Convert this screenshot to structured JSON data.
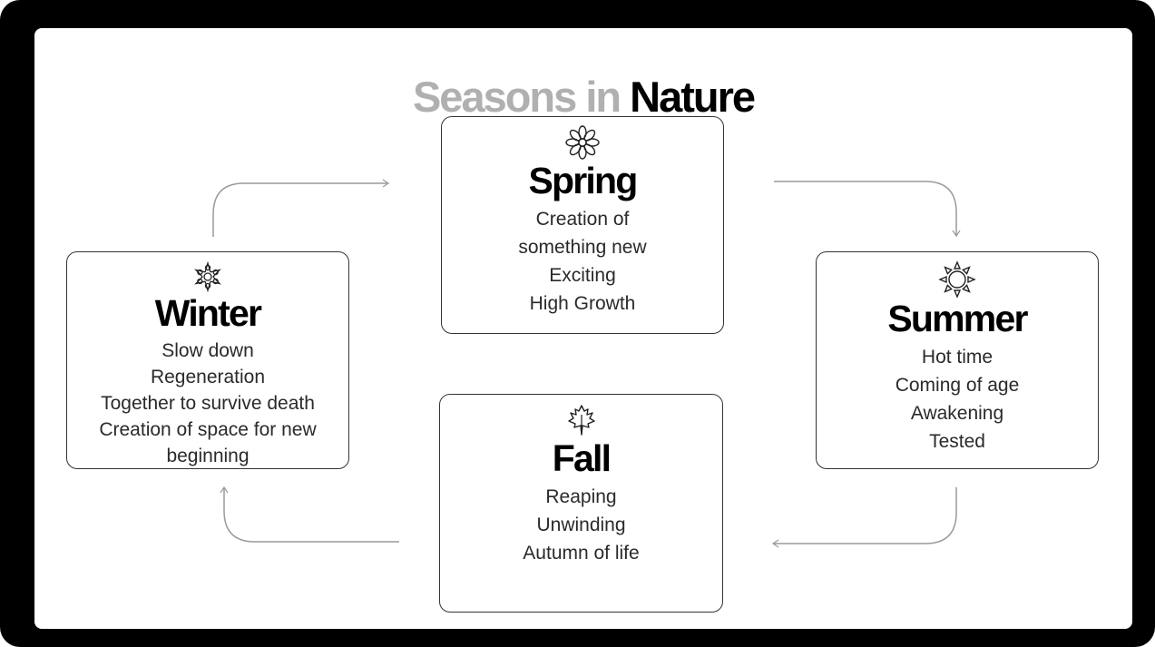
{
  "title": {
    "part1": "Seasons in",
    "part2": "Nature"
  },
  "seasons": {
    "spring": {
      "icon": "flower-icon",
      "name": "Spring",
      "lines": [
        "Creation of",
        "something new",
        "Exciting",
        "High Growth"
      ]
    },
    "summer": {
      "icon": "sun-icon",
      "name": "Summer",
      "lines": [
        "Hot time",
        "Coming of age",
        "Awakening",
        "Tested"
      ]
    },
    "fall": {
      "icon": "maple-leaf-icon",
      "name": "Fall",
      "lines": [
        "Reaping",
        "Unwinding",
        "Autumn of life"
      ]
    },
    "winter": {
      "icon": "snowflake-icon",
      "name": "Winter",
      "lines": [
        "Slow down",
        "Regeneration",
        "Together to survive death",
        "Creation of space for new",
        "beginning"
      ]
    }
  },
  "colors": {
    "frame": "#000000",
    "title_light": "#b0b0b0",
    "title_dark": "#000000",
    "arrow": "#9a9a9a",
    "card_border": "#333333"
  }
}
